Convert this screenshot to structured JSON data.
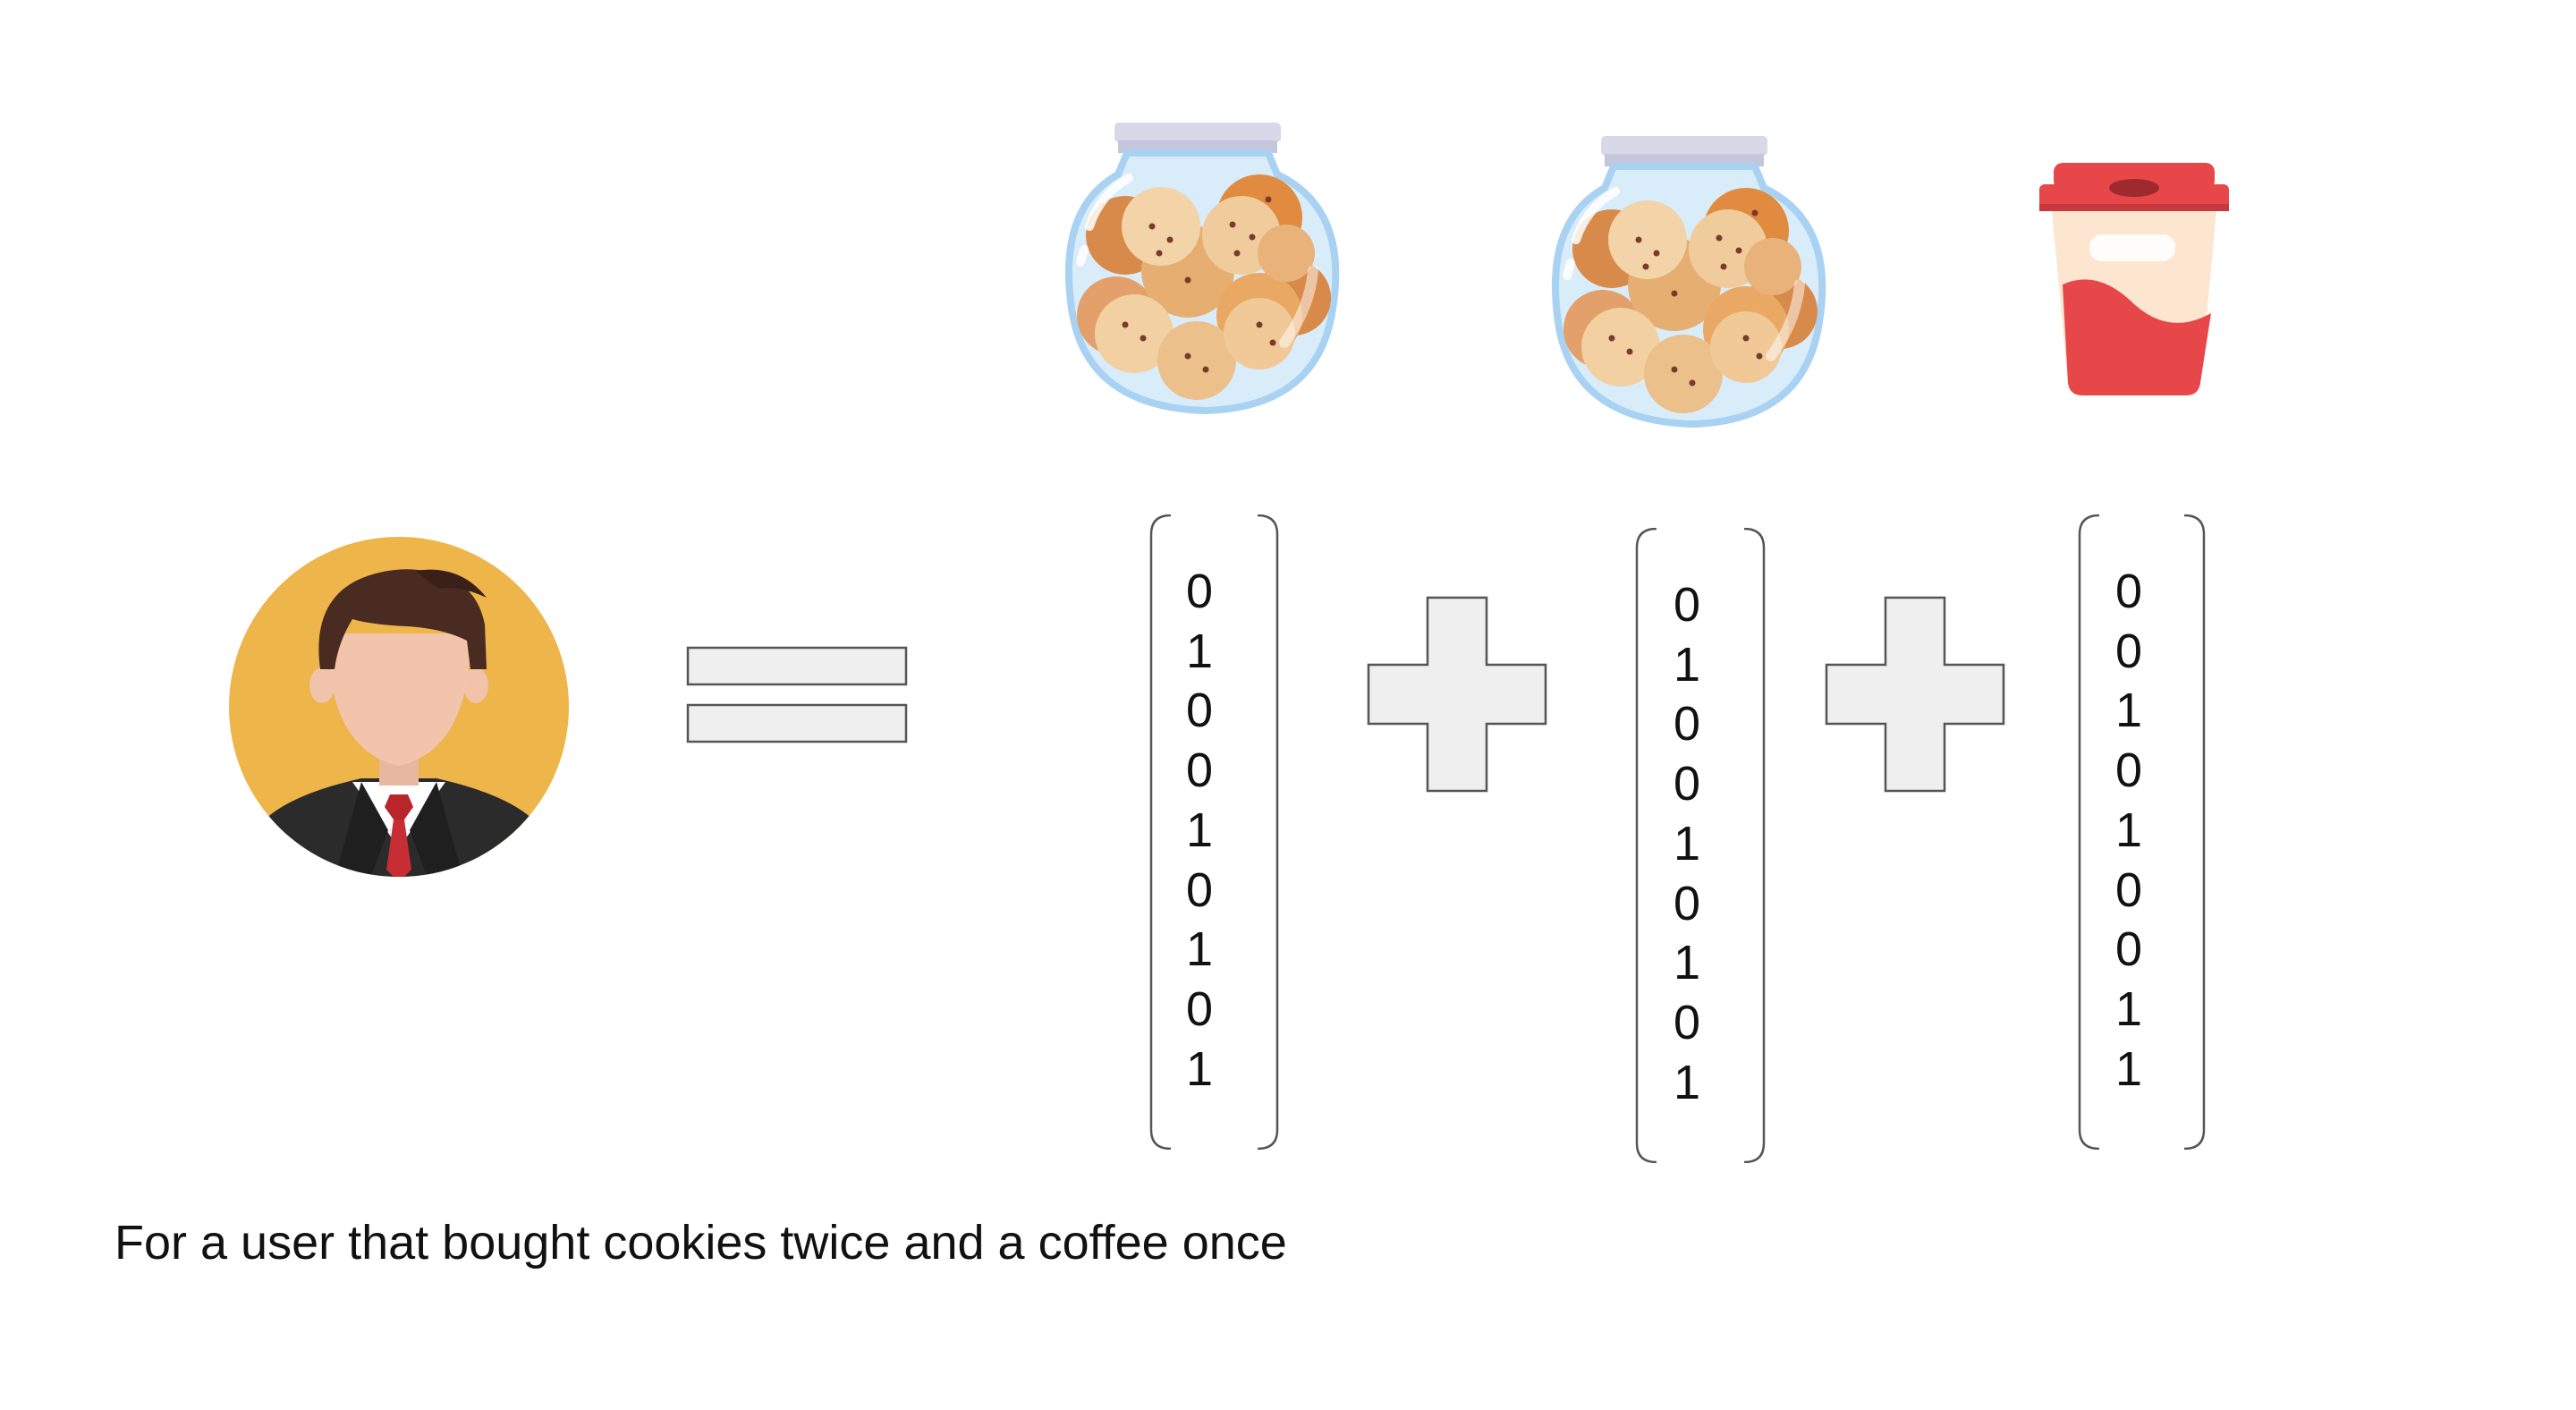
{
  "caption": "For a user that bought cookies twice and a coffee once",
  "icons": {
    "user": "businessman-avatar-icon",
    "cookie_jar": "cookie-jar-icon",
    "coffee": "coffee-cup-icon",
    "equals": "equals-icon",
    "plus": "plus-icon"
  },
  "colors": {
    "avatar_bg": "#EDB54A",
    "operator_fill": "#EFEFEF",
    "operator_stroke": "#555555",
    "text": "#111111"
  },
  "vectors": [
    {
      "item": "cookies",
      "digits": [
        "0",
        "1",
        "0",
        "0",
        "1",
        "0",
        "1",
        "0",
        "1"
      ]
    },
    {
      "item": "cookies",
      "digits": [
        "0",
        "1",
        "0",
        "0",
        "1",
        "0",
        "1",
        "0",
        "1"
      ]
    },
    {
      "item": "coffee",
      "digits": [
        "0",
        "0",
        "1",
        "0",
        "1",
        "0",
        "0",
        "1",
        "1"
      ]
    }
  ]
}
